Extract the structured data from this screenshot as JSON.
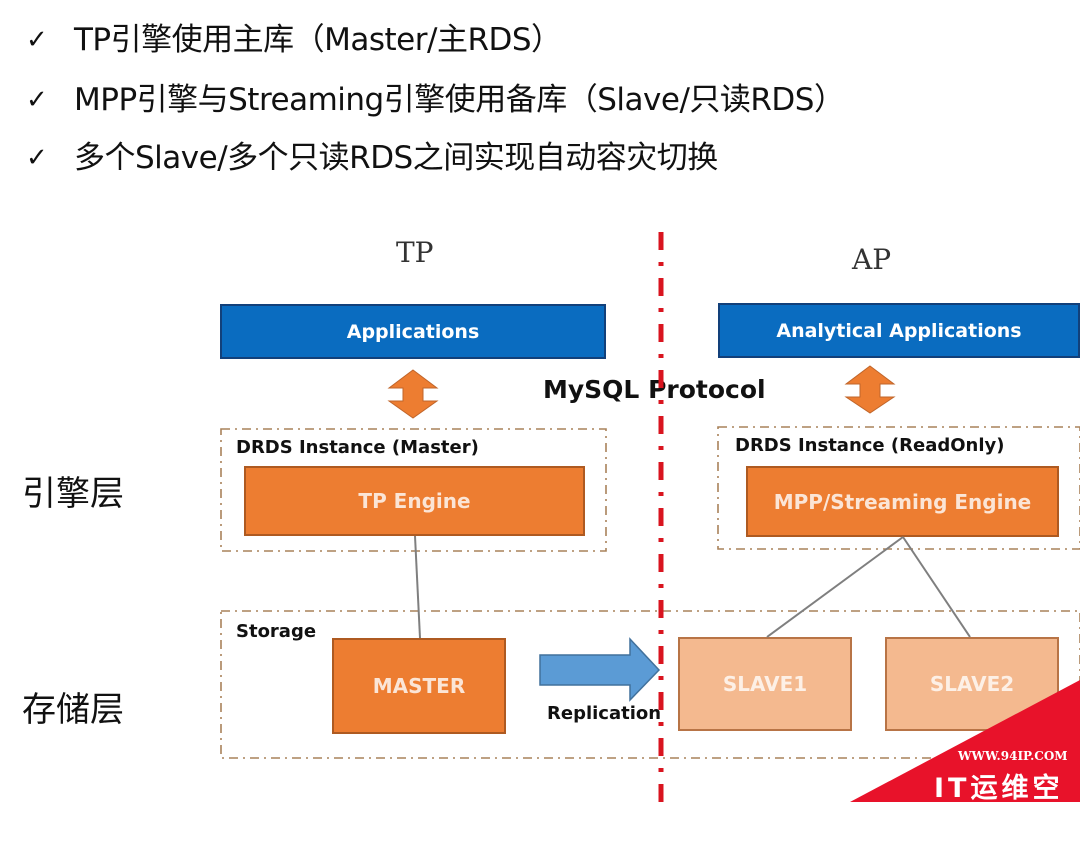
{
  "bullets": [
    {
      "icon": "check-icon",
      "glyph": "✓",
      "text": "TP引擎使用主库（Master/主RDS）"
    },
    {
      "icon": "check-icon",
      "glyph": "✓",
      "text": "MPP引擎与Streaming引擎使用备库（Slave/只读RDS）"
    },
    {
      "icon": "check-icon",
      "glyph": "✓",
      "text": "多个Slave/多个只读RDS之间实现自动容灾切换"
    }
  ],
  "diagram": {
    "sides": {
      "left": "TP",
      "right": "AP"
    },
    "layers": {
      "engine": "引擎层",
      "storage": "存储层"
    },
    "tp_applications": "Applications",
    "ap_applications": "Analytical Applications",
    "protocol": "MySQL Protocol",
    "tp_instance": {
      "title": "DRDS Instance (Master)",
      "engine": "TP Engine"
    },
    "ap_instance": {
      "title": "DRDS Instance (ReadOnly)",
      "engine": "MPP/Streaming Engine"
    },
    "storage": {
      "title": "Storage",
      "master": "MASTER",
      "slaves": [
        "SLAVE1",
        "SLAVE2"
      ],
      "replication": "Replication"
    },
    "colors": {
      "app_blue": "#0a6cc0",
      "engine_orange": "#ed7d31",
      "slave_peach": "#f4b98f",
      "replication_arrow": "#5b9bd5",
      "divider_red": "#d9141f",
      "dash_border": "#a9825a"
    }
  },
  "watermark": {
    "url": "WWW.94IP.COM",
    "name": "IT运维空间"
  }
}
